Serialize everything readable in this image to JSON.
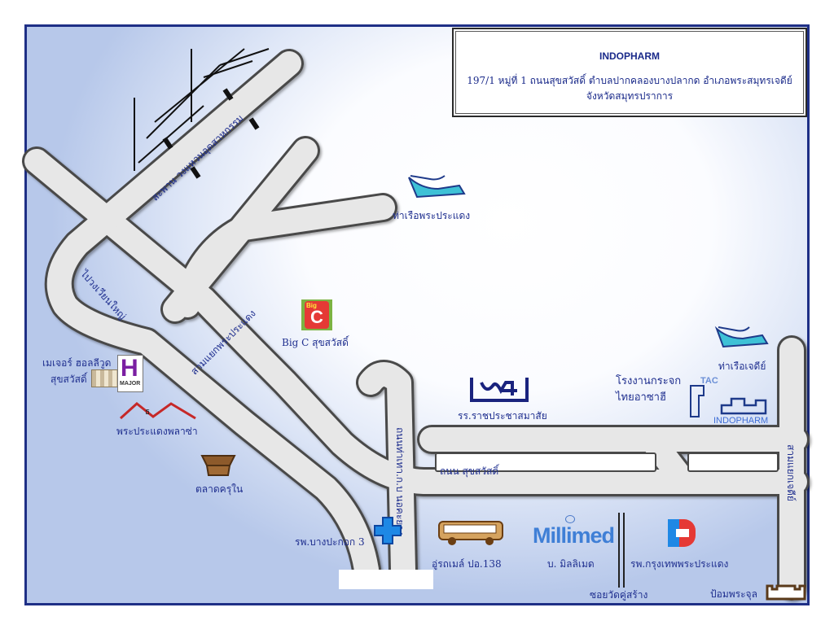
{
  "info": {
    "company": "INDOPHARM",
    "address_line1": "197/1  หมู่ที่ 1 ถนนสุขสวัสดิ์ ตำบลปากคลองบางปลากด อำเภอพระสมุทรเจดีย์",
    "address_line2": "จังหวัดสมุทรปราการ"
  },
  "roads": {
    "industrial_ring_bridge": "สะพาน วงแหวนอุตสาหกรรม",
    "to_wian_yai": "ไปวงเวียนใหญ่",
    "phra_pradaeng_intersection": "สามแยกพระประแดง",
    "suksawat_road": "ถนน สุขสวัสดิ์",
    "bang_krachao_road": "ถนนท่าเทา.ก.บ นอคะยาง",
    "chedi_intersection": "สามแยกเจดีย์",
    "wat_ku_sang_alley": "ซอยวัดคู่สร้าง"
  },
  "places": {
    "phra_pradaeng_pier": "ท่าเรือพระประแดง",
    "big_c": "Big C สุขสวัสดิ์",
    "major_cineplex_line1": "เมเจอร์ ฮอลลีวูด",
    "major_cineplex_line2": "สุขสวัสดิ์",
    "phra_pradaeng_plaza": "พระประแดงพลาซ่า",
    "khru_nai_market": "ตลาดครุใน",
    "bang_pakok_hospital": "รพ.บางปะกอก 3",
    "bus_depot": "อู่รถเมล์ ปอ.138",
    "millimed_company": "บ. มิลลิเมด",
    "bangkok_hospital": "รพ.กรุงเทพพระประแดง",
    "ratprachasamasai_school": "รร.ราชประชาสมาสัย",
    "asahi_glass_line1": "โรงงานกระจก",
    "asahi_glass_line2": "ไทยอาซาฮี",
    "chedi_pier": "ท่าเรือเจดีย์",
    "phra_chun_fort": "ป้อมพระจุล"
  },
  "logos": {
    "big_c_text": "Big",
    "big_c_letter": "C",
    "major_letter": "H",
    "major_text": "MAJOR",
    "plaza_letter": "ธ",
    "millimed_text": "Millimed",
    "tac_text": "TAC",
    "indopharm_text": "INDOPHARM"
  },
  "colors": {
    "frame": "#1e2f86",
    "label": "#1f2f8f",
    "road_fill": "#e7e7e7",
    "road_edge": "#4a4a4a",
    "hospital_blue": "#1e88e5",
    "hospital_red": "#e53935",
    "big_c_red": "#e53935",
    "big_c_green": "#7cb342"
  },
  "icons": [
    "pier-ship-icon",
    "big-c-logo",
    "major-cineplex-logo",
    "plaza-roof-icon",
    "market-basket-icon",
    "hospital-cross-icon",
    "bus-icon",
    "millimed-logo",
    "bangkok-hospital-logo",
    "school-logo",
    "tac-factory-icon",
    "indopharm-building-icon",
    "fort-icon"
  ]
}
